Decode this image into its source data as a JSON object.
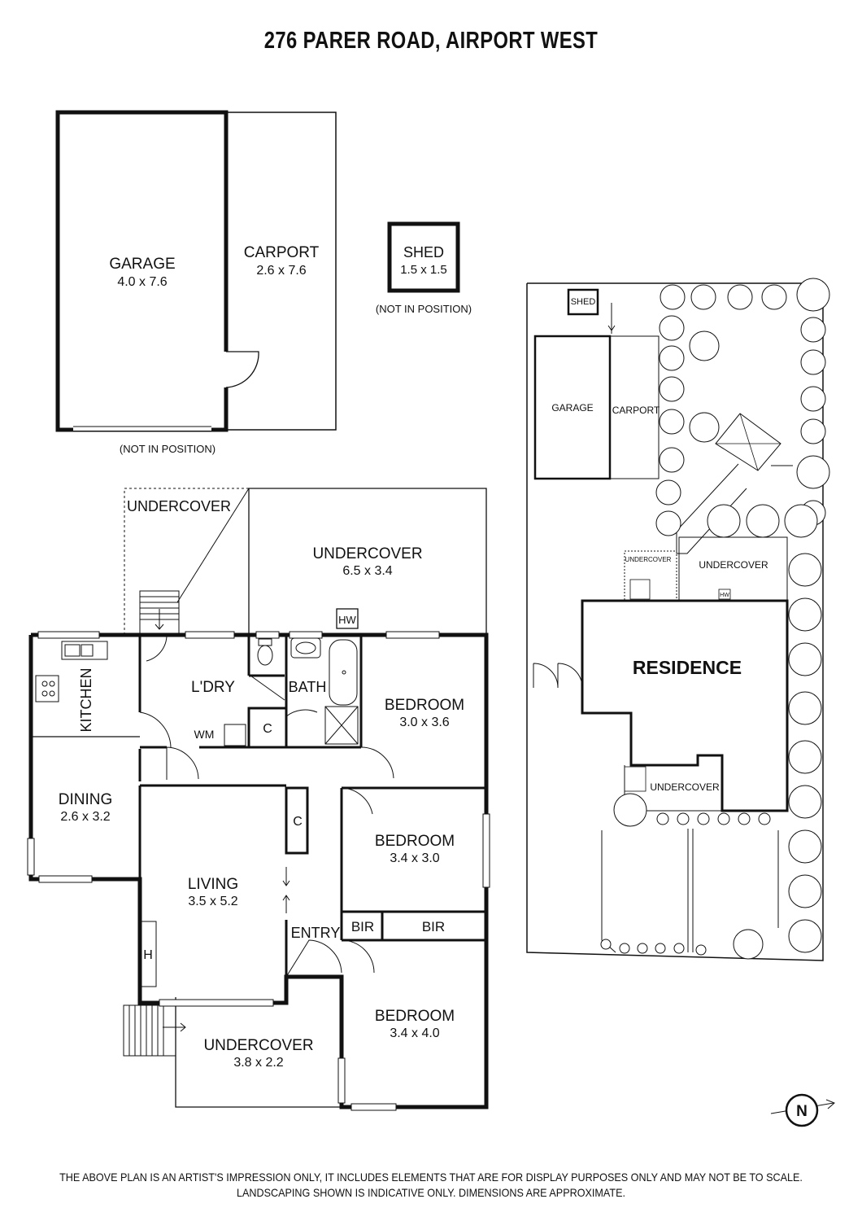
{
  "title": "276 PARER ROAD, AIRPORT WEST",
  "rooms": {
    "garage": {
      "name": "GARAGE",
      "dims": "4.0 x 7.6"
    },
    "carport": {
      "name": "CARPORT",
      "dims": "2.6 x 7.6"
    },
    "shed": {
      "name": "SHED",
      "dims": "1.5 x 1.5"
    },
    "undercover_small": {
      "name": "UNDERCOVER"
    },
    "undercover_top": {
      "name": "UNDERCOVER",
      "dims": "6.5 x 3.4"
    },
    "hw": {
      "name": "HW"
    },
    "kitchen": {
      "name": "KITCHEN"
    },
    "laundry": {
      "name": "L'DRY"
    },
    "wm": {
      "name": "WM"
    },
    "cupboard": {
      "name": "C"
    },
    "bath": {
      "name": "BATH"
    },
    "bedroom1": {
      "name": "BEDROOM",
      "dims": "3.0 x 3.6"
    },
    "dining": {
      "name": "DINING",
      "dims": "2.6 x 3.2"
    },
    "bedroom2": {
      "name": "BEDROOM",
      "dims": "3.4 x 3.0"
    },
    "living": {
      "name": "LIVING",
      "dims": "3.5 x 5.2"
    },
    "bir": {
      "name": "BIR"
    },
    "entry": {
      "name": "ENTRY"
    },
    "heater": {
      "name": "H"
    },
    "bedroom3": {
      "name": "BEDROOM",
      "dims": "3.4 x 4.0"
    },
    "undercover_bottom": {
      "name": "UNDERCOVER",
      "dims": "3.8 x 2.2"
    }
  },
  "notes": {
    "garage_not_in_position": "(NOT IN POSITION)",
    "shed_not_in_position": "(NOT IN POSITION)"
  },
  "site_plan": {
    "shed": "SHED",
    "garage": "GARAGE",
    "carport": "CARPORT",
    "undercover_a": "UNDERCOVER",
    "undercover_b": "UNDERCOVER",
    "hw": "HW",
    "residence": "RESIDENCE",
    "undercover_c": "UNDERCOVER"
  },
  "compass": {
    "label": "N"
  },
  "disclaimer": [
    "THE ABOVE PLAN IS AN ARTIST'S IMPRESSION ONLY, IT INCLUDES ELEMENTS THAT ARE FOR DISPLAY PURPOSES ONLY AND MAY NOT BE TO SCALE.",
    "LANDSCAPING SHOWN IS INDICATIVE ONLY. DIMENSIONS ARE APPROXIMATE."
  ]
}
